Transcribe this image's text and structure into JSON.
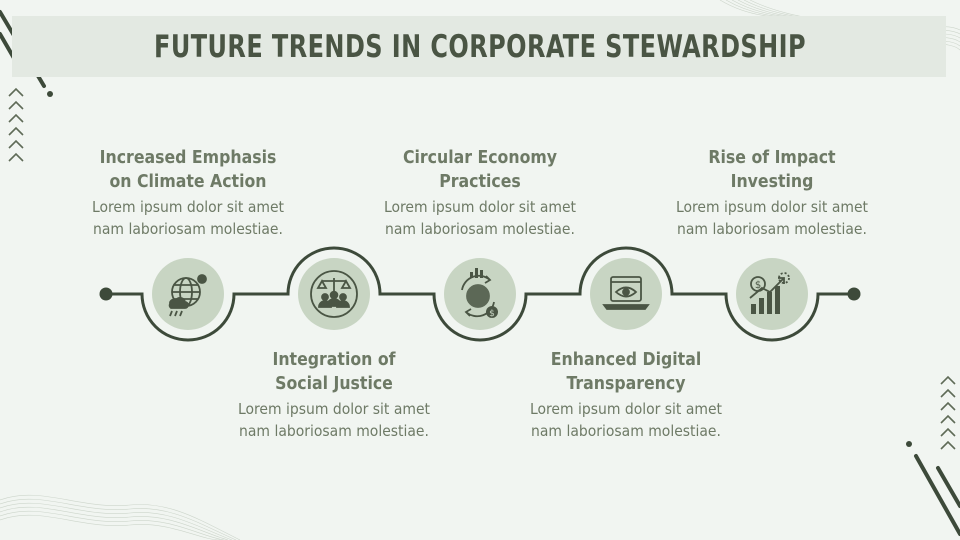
{
  "title": "FUTURE TRENDS IN CORPORATE STEWARDSHIP",
  "colors": {
    "background": "#f1f5f1",
    "title_band": "#e3e9e2",
    "line": "#3d4a3a",
    "circle_fill": "#c8d5c3",
    "text": "#6e7a66",
    "title_text": "#4a5544"
  },
  "steps": [
    {
      "title": "Increased Emphasis\non Climate Action",
      "description": "Lorem ipsum dolor sit amet\nnam laboriosam molestiae.",
      "icon": "globe-weather-icon"
    },
    {
      "title": "Integration of\nSocial Justice",
      "description": "Lorem ipsum dolor sit amet\nnam laboriosam molestiae.",
      "icon": "justice-scale-people-icon"
    },
    {
      "title": "Circular Economy\nPractices",
      "description": "Lorem ipsum dolor sit amet\nnam laboriosam molestiae.",
      "icon": "circular-economy-globe-icon"
    },
    {
      "title": "Enhanced Digital\nTransparency",
      "description": "Lorem ipsum dolor sit amet\nnam laboriosam molestiae.",
      "icon": "laptop-eye-icon"
    },
    {
      "title": "Rise of Impact\nInvesting",
      "description": "Lorem ipsum dolor sit amet\nnam laboriosam molestiae.",
      "icon": "growth-chart-coin-icon"
    }
  ]
}
